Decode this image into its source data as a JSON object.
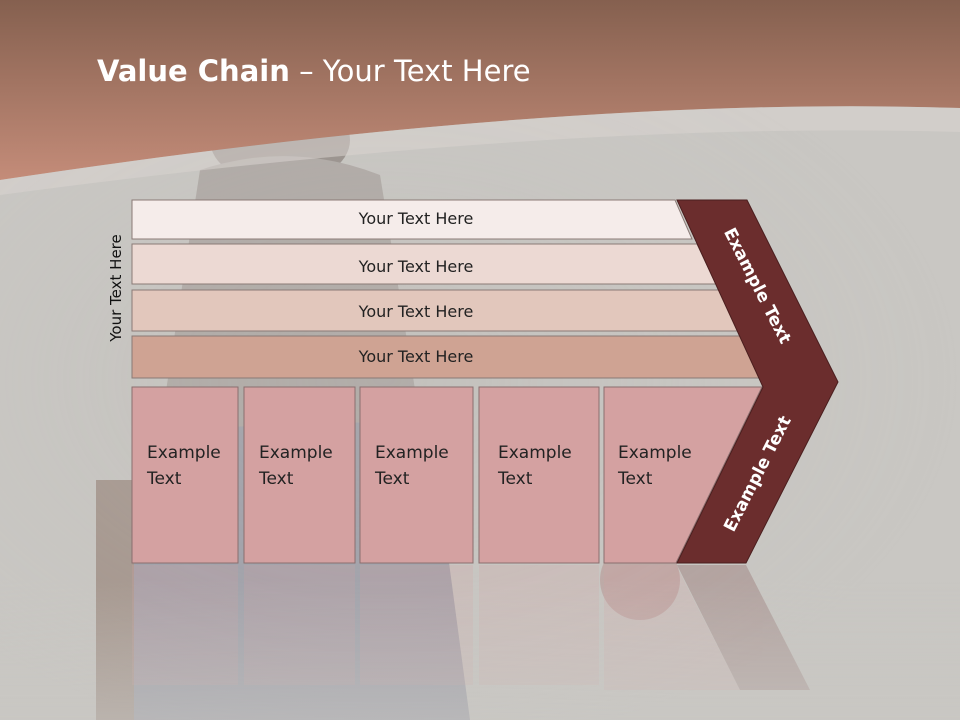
{
  "title": {
    "bold": "Value Chain",
    "rest": " – Your Text Here"
  },
  "side_label": "Your Text Here",
  "rows": [
    {
      "label": "Your Text Here",
      "fill": "#f5ecea"
    },
    {
      "label": "Your Text Here",
      "fill": "#ecd9d3"
    },
    {
      "label": "Your Text Here",
      "fill": "#e2c7bc"
    },
    {
      "label": "Your Text Here",
      "fill": "#cfa393"
    }
  ],
  "cells": [
    {
      "line1": "Example",
      "line2": "Text"
    },
    {
      "line1": "Example",
      "line2": "Text"
    },
    {
      "line1": "Example",
      "line2": "Text"
    },
    {
      "line1": "Example",
      "line2": "Text"
    },
    {
      "line1": "Example",
      "line2": "Text"
    }
  ],
  "chevron_top": "Example Text",
  "chevron_bottom": "Example Text",
  "colors": {
    "header_top": "#8a6050",
    "header_bottom": "#c28a78",
    "chevron": "#6b2d2d",
    "cell": "#d4a1a1",
    "background": "#c9c7c3"
  }
}
